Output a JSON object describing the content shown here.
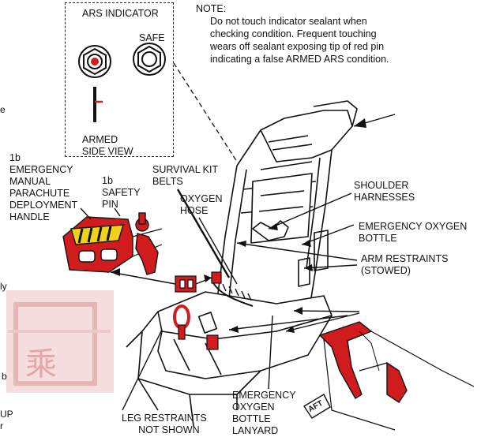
{
  "indicator": {
    "title": "ARS INDICATOR",
    "safe_label": "SAFE",
    "armed_label": "ARMED",
    "side_view_label": "SIDE VIEW"
  },
  "note": {
    "heading": "NOTE:",
    "lines": [
      "Do not touch indicator sealant when",
      "checking condition.  Frequent touching",
      "wears off sealant exposing tip of red pin",
      "indicating a false ARMED ARS condition."
    ]
  },
  "callouts": {
    "emergency_handle": [
      "1b",
      "EMERGENCY",
      "MANUAL",
      "PARACHUTE",
      "DEPLOYMENT",
      "HANDLE"
    ],
    "safety_pin": [
      "1b",
      "SAFETY",
      "PIN"
    ],
    "survival_kit": [
      "SURVIVAL KIT",
      "BELTS"
    ],
    "oxygen_hose": [
      "OXYGEN",
      "HOSE"
    ],
    "shoulder_harnesses": [
      "SHOULDER",
      "HARNESSES"
    ],
    "emergency_oxygen_bottle": [
      "EMERGENCY OXYGEN",
      "BOTTLE"
    ],
    "arm_restraints": [
      "ARM RESTRAINTS",
      "(STOWED)"
    ],
    "oxygen_lanyard": [
      "EMERGENCY",
      "OXYGEN",
      "BOTTLE",
      "LANYARD"
    ],
    "leg_restraints": [
      "LEG RESTRAINTS",
      "NOT SHOWN"
    ]
  },
  "edge_fragments": [
    "e",
    "ly",
    "b",
    "UP",
    "r"
  ],
  "stamp_glyphs": "乘",
  "aft_label": "AFT",
  "colors": {
    "red": "#d01c1c",
    "ink": "#111111",
    "stamp": "#e3a7a7",
    "yellow": "#f1d21b"
  }
}
